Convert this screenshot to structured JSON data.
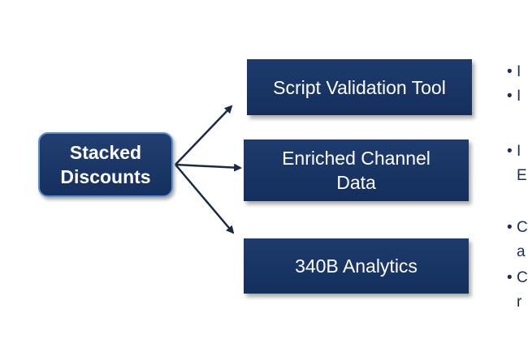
{
  "source": {
    "line1": "Stacked",
    "line2": "Discounts"
  },
  "targets": [
    {
      "line1": "Script Validation Tool",
      "line2": ""
    },
    {
      "line1": "Enriched Channel",
      "line2": "Data"
    },
    {
      "line1": "340B Analytics",
      "line2": ""
    }
  ],
  "colors": {
    "node_fill": "#1a3666",
    "node_border": "#5b8fd6",
    "arrow": "#1b2a44",
    "bullet_text": "#1c2f55"
  },
  "bullets": [
    {
      "mark": "•",
      "text": "I"
    },
    {
      "mark": "•",
      "text": "I"
    },
    {
      "mark": "•",
      "text": "I"
    },
    {
      "mark": "",
      "text": "E"
    },
    {
      "mark": "•",
      "text": "C"
    },
    {
      "mark": "",
      "text": "a"
    },
    {
      "mark": "•",
      "text": "C"
    },
    {
      "mark": "",
      "text": "r"
    }
  ]
}
